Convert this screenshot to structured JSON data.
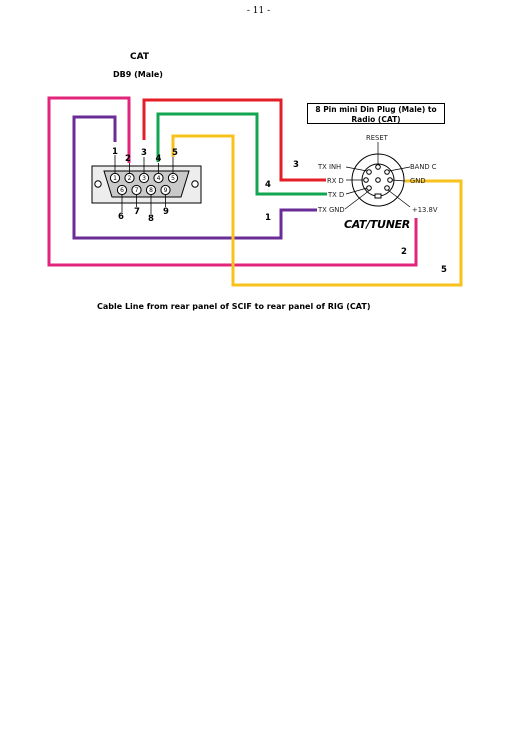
{
  "page_number": "- 11 -",
  "header": {
    "cat_label": "CAT",
    "db9_label": "DB9 (Male)",
    "din_title_line1": "8 Pin mini Din Plug (Male) to",
    "din_title_line2": "Radio (CAT)"
  },
  "db9": {
    "top_pins": [
      "1",
      "2",
      "3",
      "4",
      "5"
    ],
    "bottom_pins": [
      "6",
      "7",
      "8",
      "9"
    ]
  },
  "din": {
    "labels": {
      "reset": "RESET",
      "tx_inh": "TX INH",
      "band_c": "BAND C",
      "rx_d": "RX D",
      "gnd": "GND",
      "tx_d": "TX D",
      "tx_gnd": "TX GND",
      "v138": "+13.8V"
    },
    "brand": "CAT/TUNER"
  },
  "wires": {
    "labels": [
      "1",
      "2",
      "3",
      "4",
      "5"
    ],
    "colors": {
      "magenta": "#e2247a",
      "purple": "#6a2d97",
      "red": "#e41e26",
      "green": "#12a650",
      "yellow": "#f8c21c"
    }
  },
  "caption": "Cable Line from rear panel of SCIF to rear panel of RIG (CAT)"
}
